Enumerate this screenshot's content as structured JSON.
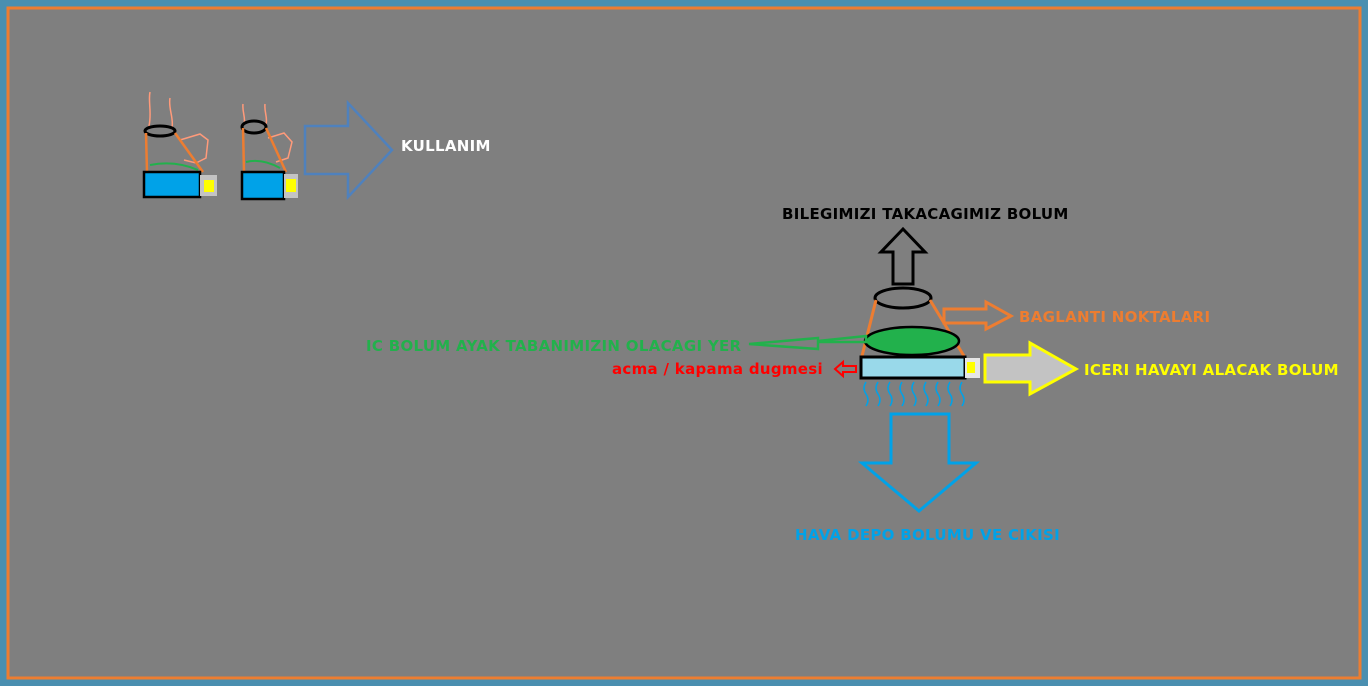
{
  "labels": {
    "usage": "KULLANIM",
    "wrist_part": "BILEGIMIZI TAKACAGIMIZ BOLUM",
    "connection_points": "BAGLANTI NOKTALARI",
    "foot_sole_part": "IC BOLUM AYAK TABANIMIZIN OLACAGI YER",
    "on_off_button": "acma / kapama dugmesi",
    "air_intake_part": "ICERI HAVAYI ALACAK BOLUM",
    "air_storage_outlet": "HAVA DEPO BOLUMU VE CIKISI"
  },
  "colors": {
    "background": "#7f7f7f",
    "frame_orange": "#ed7d31",
    "frame_blue": "#4a8fb0",
    "usage_text": "#ffffff",
    "usage_arrow": "#4f81bd",
    "wrist_text": "#000000",
    "connection": "#ed7d31",
    "foot_sole": "#22b14c",
    "button": "#ff0000",
    "air_intake": "#ffff00",
    "air_intake_fill": "#c3c3c3",
    "air_outlet": "#00a2e8",
    "device_base": "#99d9ea",
    "device_base_small": "#00a2e8",
    "skin": "#ff9a7a"
  },
  "icons": [
    "usage-arrow-icon",
    "wrist-up-arrow-icon",
    "connection-arrow-icon",
    "foot-sole-arrow-icon",
    "button-arrow-icon",
    "air-intake-arrow-icon",
    "air-outlet-arrow-icon",
    "air-wave-icon"
  ]
}
